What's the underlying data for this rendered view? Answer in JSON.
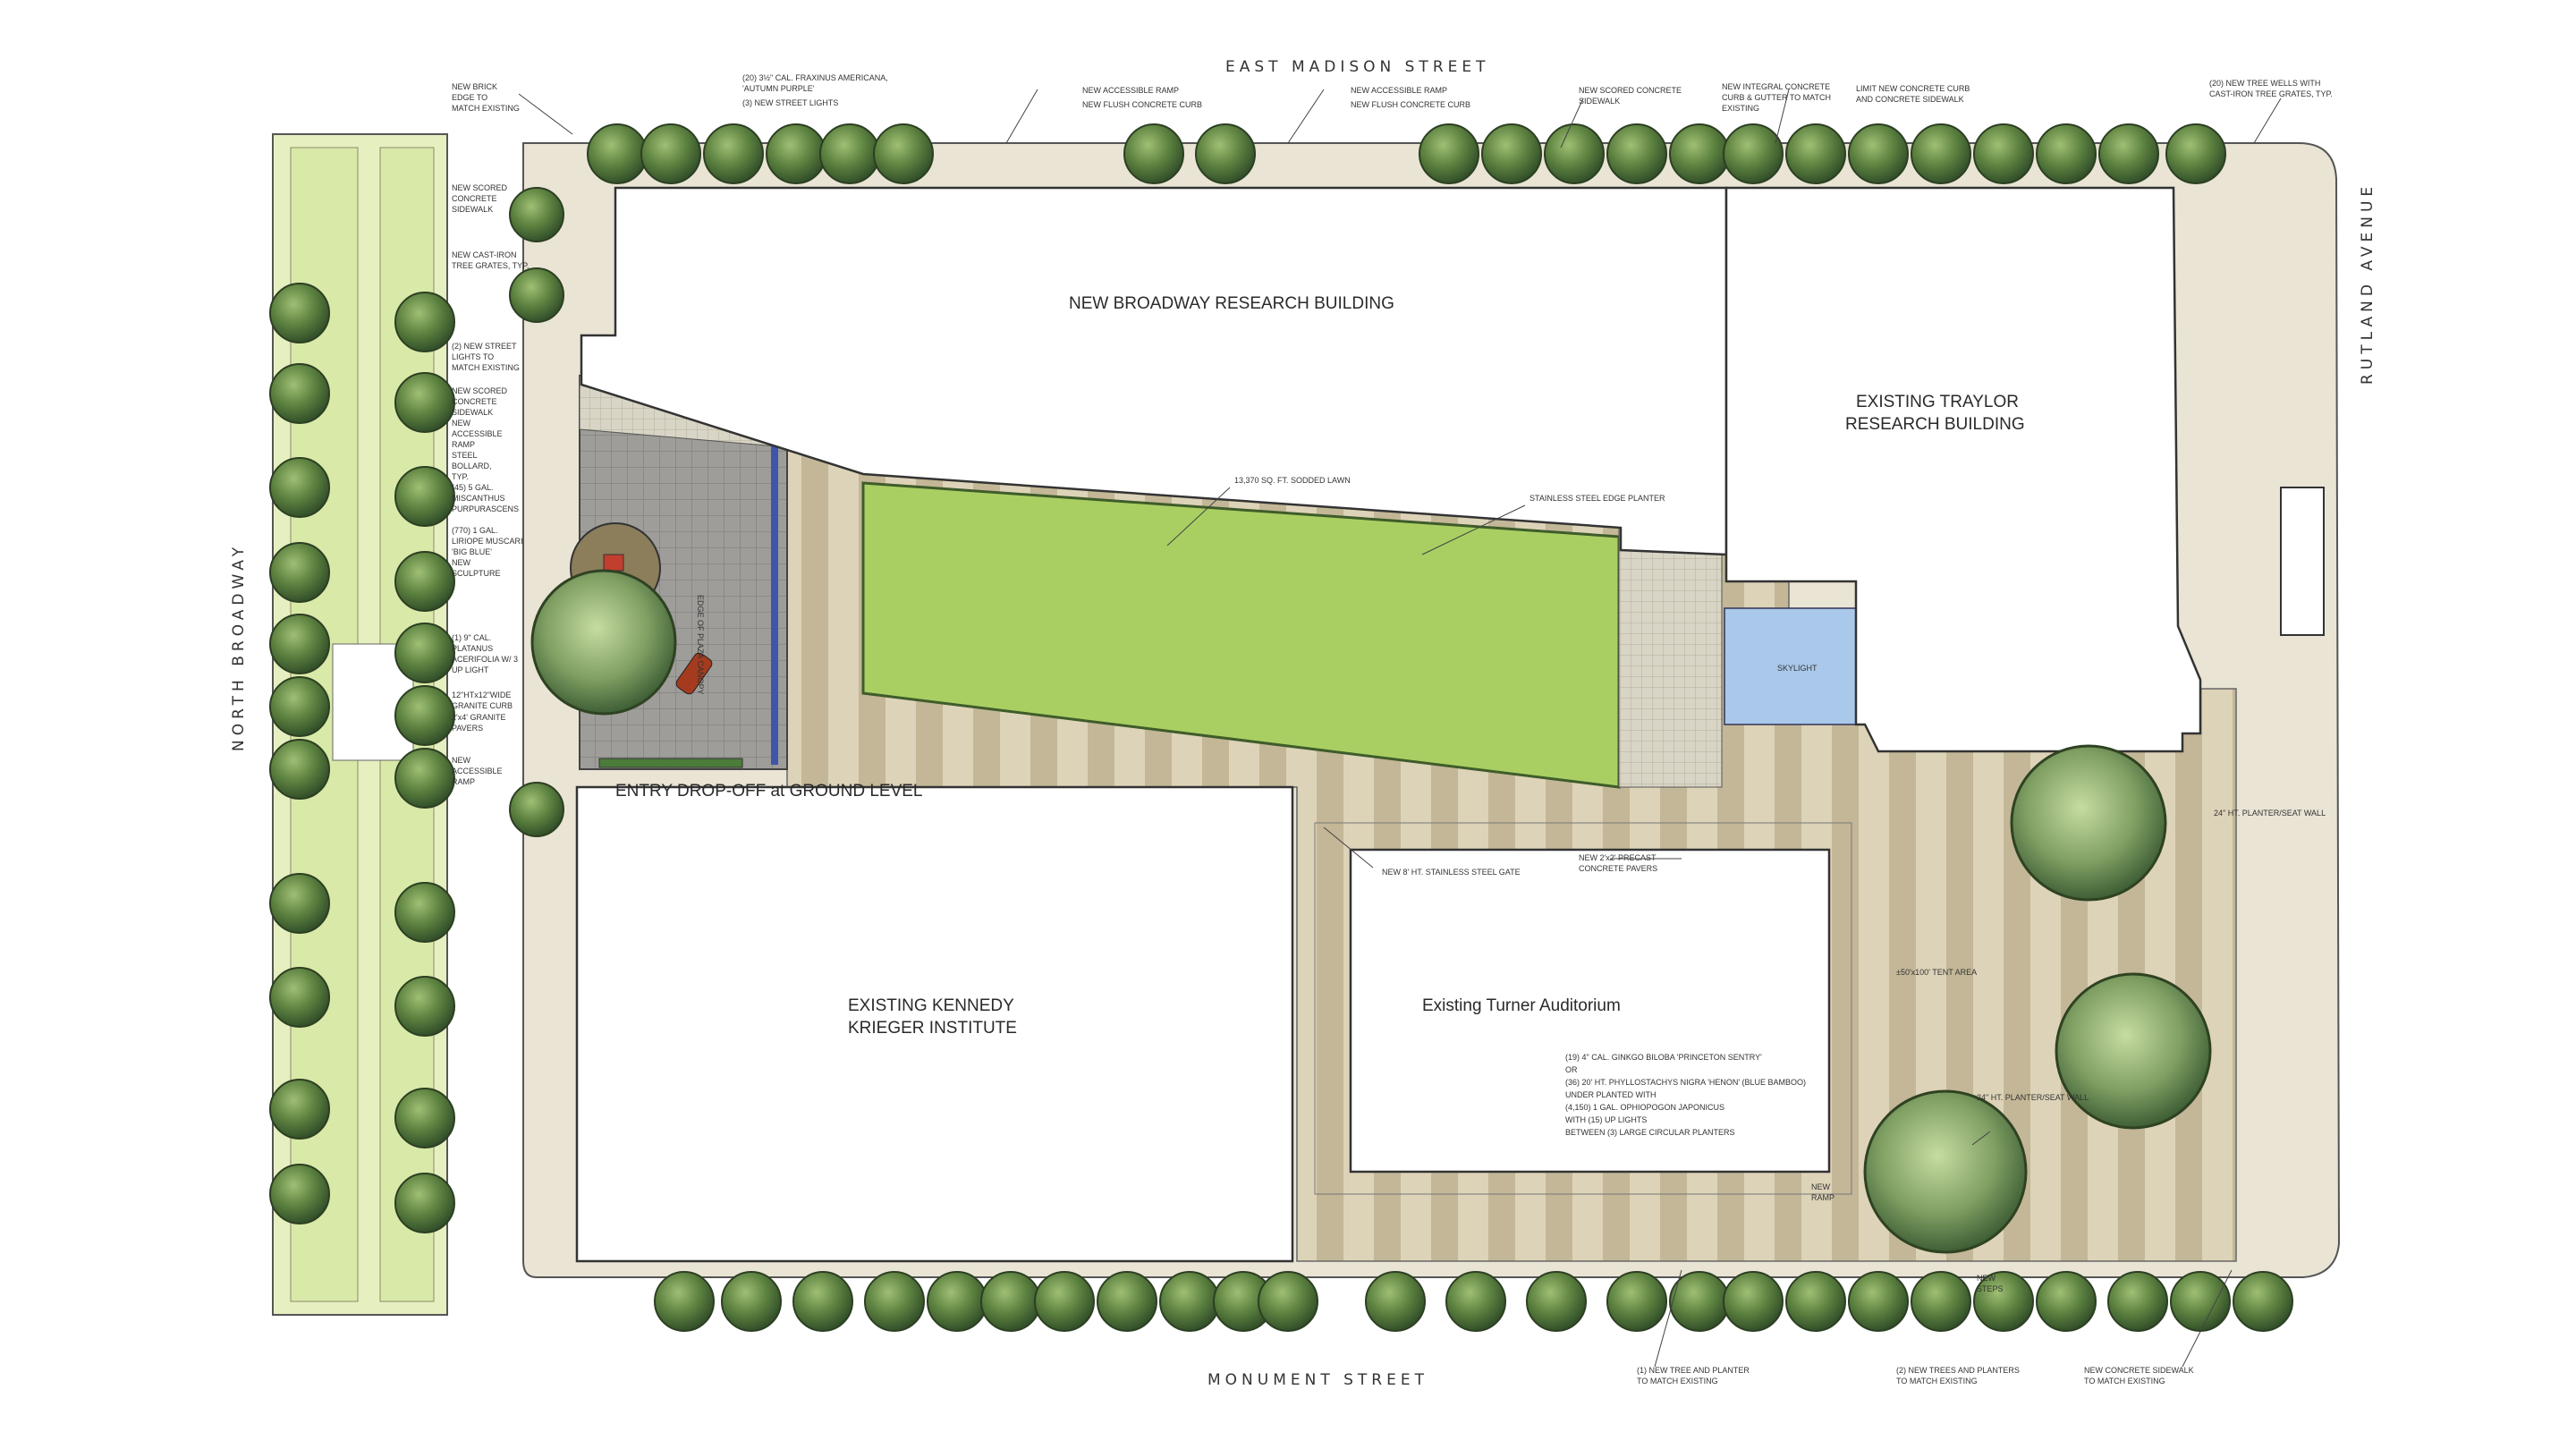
{
  "colors": {
    "lawn": "#a9cf63",
    "median": "#e8f0c2",
    "paving": "#d8cfb4",
    "stripe": "#c6b99a",
    "plaza": "#9a9a98",
    "tree_dark": "#3f5f2e",
    "tree_light": "#7ea05a",
    "skylight": "#a9c8ea",
    "blue_edge": "#3d56a8"
  },
  "streets": {
    "north": "EAST MADISON STREET",
    "south": "MONUMENT STREET",
    "west": "NORTH BROADWAY",
    "east": "RUTLAND AVENUE"
  },
  "buildings": {
    "research_building": "NEW BROADWAY RESEARCH BUILDING",
    "traylor_line1": "EXISTING TRAYLOR",
    "traylor_line2": "RESEARCH BUILDING",
    "kennedy_line1": "EXISTING KENNEDY",
    "kennedy_line2": "KRIEGER INSTITUTE",
    "auditorium": "Existing Turner Auditorium",
    "entry_dropoff": "ENTRY DROP-OFF at GROUND LEVEL",
    "skylight": "SKYLIGHT",
    "plaza_canopy": "EDGE OF PLAZA CANOPY"
  },
  "notes": {
    "top": [
      "(20) 3½\" CAL. FRAXINUS AMERICANA,",
      "'AUTUMN PURPLE'",
      "(3) NEW STREET LIGHTS",
      "NEW ACCESSIBLE RAMP",
      "NEW FLUSH CONCRETE CURB",
      "NEW ACCESSIBLE RAMP",
      "NEW FLUSH CONCRETE CURB",
      "NEW SCORED CONCRETE",
      "SIDEWALK",
      "NEW INTEGRAL CONCRETE",
      "CURB & GUTTER TO MATCH",
      "EXISTING",
      "LIMIT NEW CONCRETE CURB",
      "AND CONCRETE SIDEWALK",
      "(20) NEW TREE WELLS WITH",
      "CAST-IRON TREE GRATES, TYP."
    ],
    "left": [
      "NEW BRICK",
      "EDGE TO",
      "MATCH EXISTING",
      "NEW SCORED",
      "CONCRETE",
      "SIDEWALK",
      "NEW CAST-IRON",
      "TREE GRATES, TYP.",
      "(2) NEW STREET",
      "LIGHTS TO",
      "MATCH EXISTING",
      "NEW SCORED",
      "CONCRETE",
      "SIDEWALK",
      "NEW",
      "ACCESSIBLE",
      "RAMP",
      "STEEL",
      "BOLLARD,",
      "TYP.",
      "(45) 5 GAL.",
      "MISCANTHUS",
      "PURPURASCENS",
      "(770) 1 GAL.",
      "LIRIOPE MUSCARI",
      "'BIG BLUE'",
      "NEW",
      "SCULPTURE",
      "(1) 9\" CAL.",
      "PLATANUS",
      "ACERIFOLIA W/ 3",
      "UP LIGHT",
      "12\"HTx12\"WIDE",
      "GRANITE CURB",
      "2'x4' GRANITE",
      "PAVERS",
      "NEW",
      "ACCESSIBLE",
      "RAMP"
    ],
    "center": [
      "13,370 SQ. FT. SODDED LAWN",
      "STAINLESS STEEL EDGE PLANTER",
      "NEW 8' HT. STAINLESS STEEL GATE",
      "NEW 2'x2' PRECAST",
      "CONCRETE PAVERS",
      "24\" HT. PLANTER/SEAT WALL",
      "±50'x100' TENT AREA",
      "24\" HT. PLANTER/SEAT WALL",
      "NEW",
      "RAMP"
    ],
    "auditorium": [
      "(19) 4\" CAL. GINKGO BILOBA 'PRINCETON SENTRY'",
      "OR",
      "(36) 20' HT. PHYLLOSTACHYS NIGRA 'HENON' (BLUE BAMBOO)",
      "UNDER PLANTED WITH",
      "(4,150) 1 GAL. OPHIOPOGON JAPONICUS",
      "WITH (15) UP LIGHTS",
      "BETWEEN (3) LARGE CIRCULAR PLANTERS"
    ],
    "bottom": [
      "NEW",
      "STEPS",
      "(1) NEW TREE AND PLANTER",
      "TO MATCH EXISTING",
      "(2) NEW TREES AND PLANTERS",
      "TO MATCH EXISTING",
      "NEW CONCRETE SIDEWALK",
      "TO MATCH EXISTING"
    ]
  }
}
